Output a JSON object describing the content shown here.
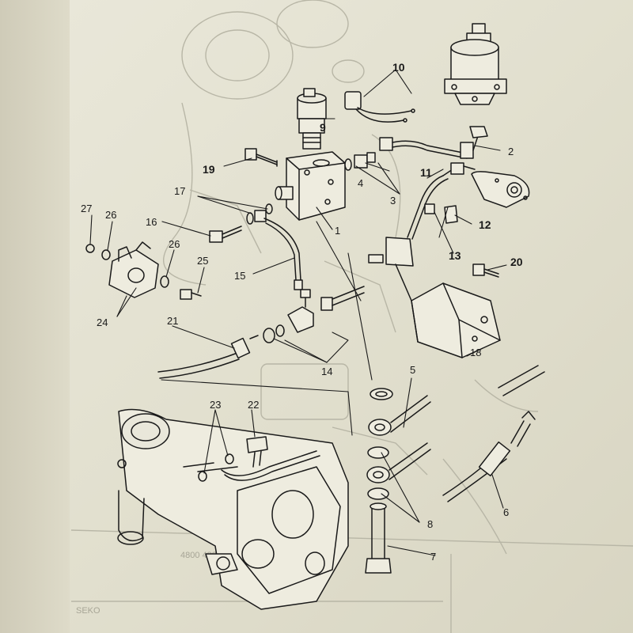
{
  "diagram": {
    "callouts": [
      {
        "id": "1",
        "text": "1",
        "bold": false
      },
      {
        "id": "2",
        "text": "2",
        "bold": false
      },
      {
        "id": "3",
        "text": "3",
        "bold": false
      },
      {
        "id": "4",
        "text": "4",
        "bold": false
      },
      {
        "id": "5",
        "text": "5",
        "bold": false
      },
      {
        "id": "6",
        "text": "6",
        "bold": false
      },
      {
        "id": "7",
        "text": "7",
        "bold": false
      },
      {
        "id": "8",
        "text": "8",
        "bold": false
      },
      {
        "id": "9",
        "text": "9",
        "bold": true
      },
      {
        "id": "10",
        "text": "10",
        "bold": true
      },
      {
        "id": "11",
        "text": "11",
        "bold": true
      },
      {
        "id": "12",
        "text": "12",
        "bold": true
      },
      {
        "id": "13",
        "text": "13",
        "bold": true
      },
      {
        "id": "14",
        "text": "14",
        "bold": false
      },
      {
        "id": "15",
        "text": "15",
        "bold": false
      },
      {
        "id": "16",
        "text": "16",
        "bold": false
      },
      {
        "id": "17",
        "text": "17",
        "bold": false
      },
      {
        "id": "18",
        "text": "18",
        "bold": false
      },
      {
        "id": "19",
        "text": "19",
        "bold": true
      },
      {
        "id": "20",
        "text": "20",
        "bold": true
      },
      {
        "id": "21",
        "text": "21",
        "bold": false
      },
      {
        "id": "22",
        "text": "22",
        "bold": false
      },
      {
        "id": "23",
        "text": "23",
        "bold": false
      },
      {
        "id": "24",
        "text": "24",
        "bold": false
      },
      {
        "id": "25",
        "text": "25",
        "bold": false
      },
      {
        "id": "26a",
        "text": "26",
        "bold": false
      },
      {
        "id": "26b",
        "text": "26",
        "bold": false
      },
      {
        "id": "27",
        "text": "27",
        "bold": false
      }
    ],
    "ghost_text": {
      "bottom_numbers": "4800 4820",
      "bottom_left": "SEKO"
    },
    "colors": {
      "paper": "#e6e4d5",
      "ink": "#1a1a1a",
      "ghost": "#a7a596"
    }
  }
}
